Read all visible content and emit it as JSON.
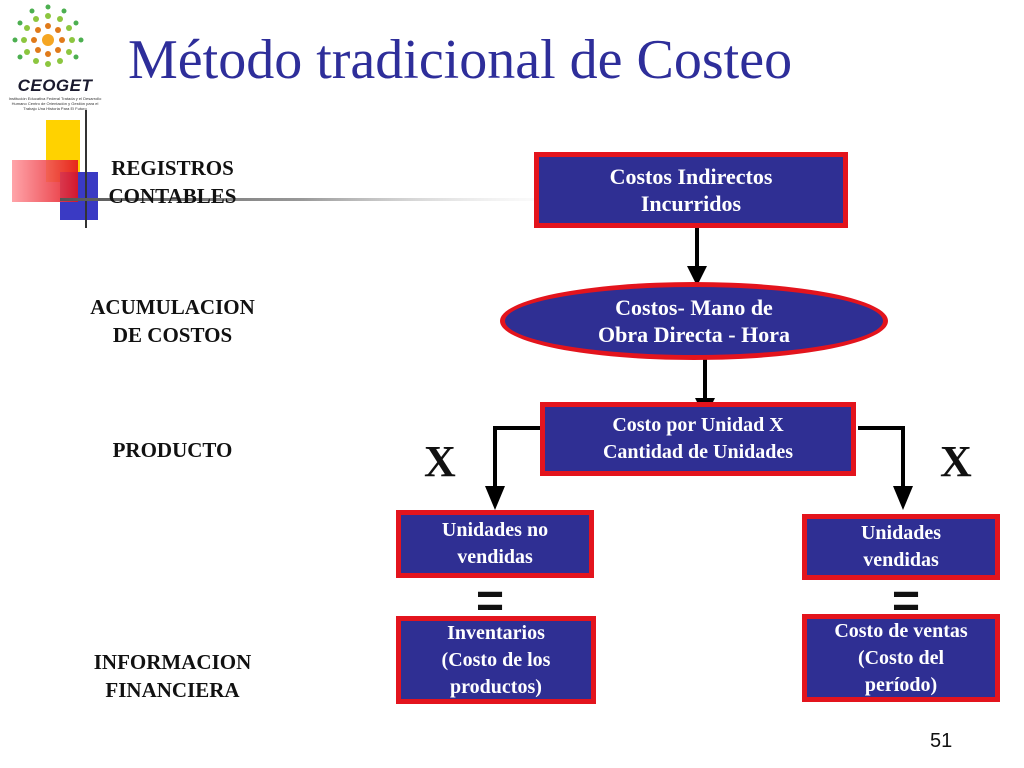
{
  "logo": {
    "name": "CEOGET",
    "subtitle": "Institución Educativa Federal Tratada y el Desarrollo Humano Centro de Orientación y Gestión para el Trabajo Una Historia Para El Futuro"
  },
  "title": "Método tradicional de Costeo",
  "stages": {
    "registros": [
      "REGISTROS",
      "CONTABLES"
    ],
    "acumulacion": [
      "ACUMULACION",
      "DE COSTOS"
    ],
    "producto": [
      "PRODUCTO"
    ],
    "informacion": [
      "INFORMACION",
      "FINANCIERA"
    ]
  },
  "boxes": {
    "costos_indirectos": [
      "Costos Indirectos",
      "Incurridos"
    ],
    "mano_obra": [
      "Costos- Mano de",
      "Obra Directa - Hora"
    ],
    "costo_unidad": [
      "Costo por Unidad X",
      "Cantidad de Unidades"
    ],
    "unidades_no_vendidas": [
      "Unidades no",
      "vendidas"
    ],
    "unidades_vendidas": [
      "Unidades",
      "vendidas"
    ],
    "inventarios": [
      "Inventarios",
      "(Costo de los",
      "productos)"
    ],
    "costo_ventas": [
      "Costo de ventas",
      "(Costo del",
      "período)"
    ]
  },
  "symbols": {
    "multiply": "X",
    "equals": "="
  },
  "page_number": "51",
  "colors": {
    "title": "#2e2e9a",
    "box_fill": "#2f2f93",
    "box_border": "#e3141d"
  }
}
